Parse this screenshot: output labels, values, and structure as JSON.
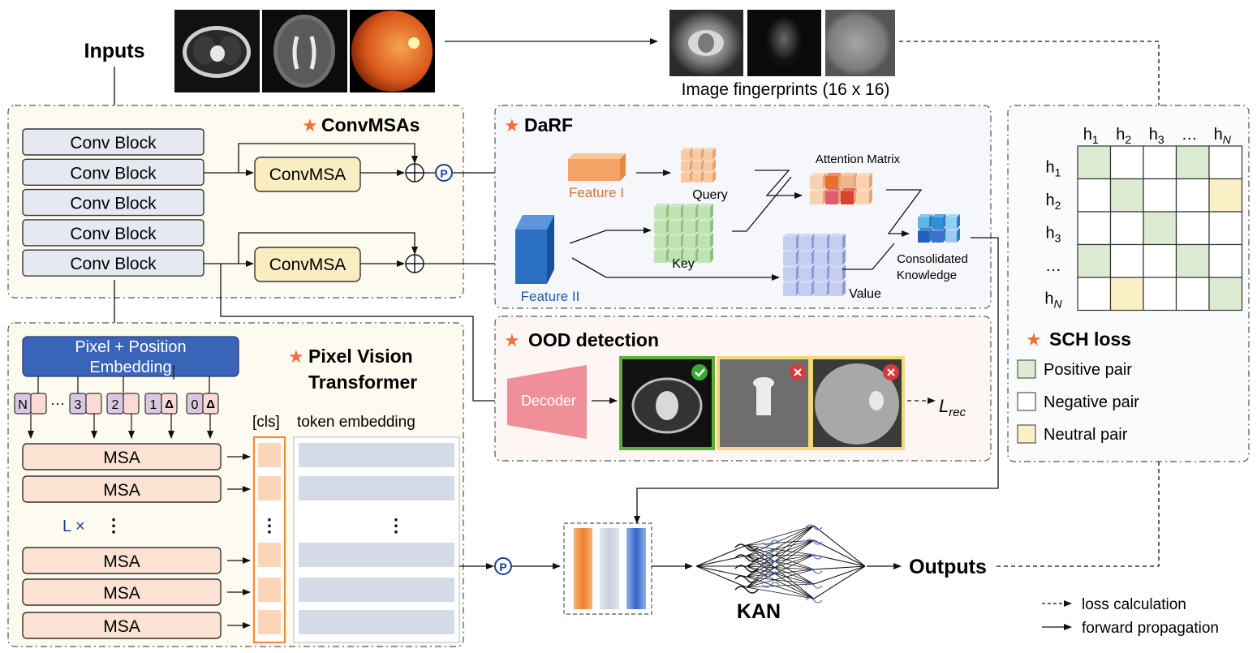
{
  "inputs": {
    "label": "Inputs"
  },
  "fingerprints": {
    "label": "Image fingerprints (16 x 16)"
  },
  "convmsas": {
    "title": "ConvMSAs",
    "conv_blocks": [
      "Conv Block",
      "Conv Block",
      "Conv Block",
      "Conv Block",
      "Conv Block"
    ],
    "convmsa_labels": [
      "ConvMSA",
      "ConvMSA"
    ],
    "pool_symbol": "P",
    "add_symbol": "⊕"
  },
  "darf": {
    "title": "DaRF",
    "feature1": "Feature I",
    "feature2": "Feature II",
    "query": "Query",
    "key": "Key",
    "value": "Value",
    "attention": "Attention Matrix",
    "consolidated_line1": "Consolidated",
    "consolidated_line2": "Knowledge"
  },
  "ood": {
    "title": "OOD detection",
    "decoder": "Decoder",
    "loss_symbol": "L",
    "loss_subscript": "rec"
  },
  "pvt": {
    "title_line1": "Pixel Vision",
    "title_line2": "Transformer",
    "embedding_line1": "Pixel + Position",
    "embedding_line2": "Embedding",
    "tokens": [
      "N",
      "3",
      "2",
      "1",
      "0"
    ],
    "ellipsis": "···",
    "delta": "Δ",
    "msa_labels": [
      "MSA",
      "MSA",
      "MSA",
      "MSA",
      "MSA"
    ],
    "repeat_label": "L ×",
    "cls_label": "[cls]",
    "token_embedding_label": "token embedding"
  },
  "kan": {
    "label": "KAN",
    "pool_symbol": "P"
  },
  "outputs": {
    "label": "Outputs"
  },
  "sch": {
    "title": "SCH loss",
    "col_headers": [
      "h1",
      "h2",
      "h3",
      "…",
      "hN"
    ],
    "row_headers": [
      "h1",
      "h2",
      "h3",
      "…",
      "hN"
    ],
    "matrix": [
      [
        "pos",
        "neg",
        "neg",
        "pos",
        "neg"
      ],
      [
        "neg",
        "pos",
        "neg",
        "neg",
        "neu"
      ],
      [
        "neg",
        "neg",
        "pos",
        "neg",
        "neg"
      ],
      [
        "pos",
        "neg",
        "neg",
        "pos",
        "neg"
      ],
      [
        "neg",
        "neu",
        "neg",
        "neg",
        "pos"
      ]
    ],
    "legend": [
      "Positive pair",
      "Negative pair",
      "Neutral pair"
    ]
  },
  "key_legend": {
    "dashed": "loss calculation",
    "solid": "forward propagation"
  },
  "colors": {
    "positive": "#dcebd2",
    "negative": "#ffffff",
    "neutral": "#fbefc6",
    "star": "#f06f3b",
    "convblock": "#e6e9f2",
    "convmsa": "#fbedc2",
    "msa": "#fbe2d2",
    "embedding": "#3a64b8",
    "feature1": "#f4a265",
    "feature2": "#2b6fc3",
    "query": "#f7c9a2",
    "key": "#bfe3b3",
    "value": "#c5cef0",
    "decoder": "#ef8f98",
    "ood_bg": "#fdf6f4",
    "panel_bg": "#fdfaef",
    "darf_bg": "#f6f7fa"
  }
}
